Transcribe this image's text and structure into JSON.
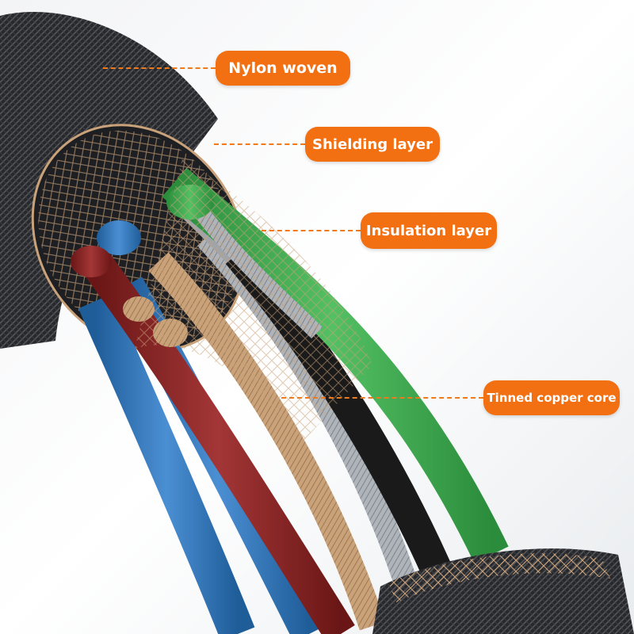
{
  "labels": {
    "nylon": "Nylon woven",
    "shield": "Shielding layer",
    "insulation": "Insulation layer",
    "core": "Tinned copper core"
  },
  "colors": {
    "accent": "#f26f12",
    "jacket": "#2a2b2e",
    "green_wire": "#3aa54a",
    "blue_wire": "#2f73b8",
    "red_wire": "#8a2323",
    "copper": "#c9a27a",
    "silver": "#9ea4aa"
  }
}
